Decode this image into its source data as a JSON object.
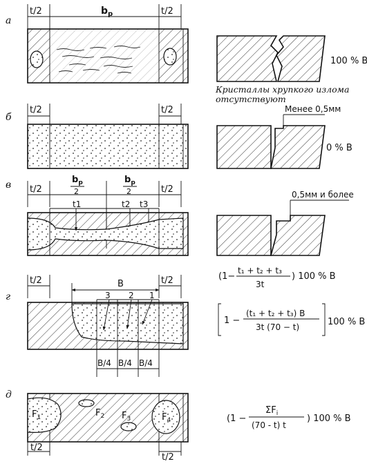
{
  "panels": {
    "a": {
      "letter": "а",
      "dim_left": "t/2",
      "dim_mid": "b",
      "dim_mid_sub": "р",
      "dim_right": "t/2",
      "result": "100 % В",
      "caption_line1": "Кристаллы хрупкого излома",
      "caption_line2": "отсутствуют"
    },
    "b": {
      "letter": "б",
      "dim_left": "t/2",
      "dim_right": "t/2",
      "note": "Менее 0,5мм",
      "result": "0 % В"
    },
    "v": {
      "letter": "в",
      "dim_left": "t/2",
      "half_b": "b",
      "half_b_sub": "р",
      "half_den": "2",
      "dim_right": "t/2",
      "t1": "t1",
      "t2": "t2",
      "t3": "t3",
      "note": "0,5мм и более",
      "formula": {
        "prefix": "(1−",
        "num": "t₁ + t₂ + t₃",
        "den": "3t",
        "suffix": ") 100 % В"
      }
    },
    "g": {
      "letter": "г",
      "dim_left": "t/2",
      "dim_B": "В",
      "dim_right": "t/2",
      "lbl3": "3",
      "lbl2": "2",
      "lbl1": "1",
      "b4": "В/4",
      "formula": {
        "prefix": "1 −",
        "num": "(t₁ + t₂ + t₃)  В",
        "den": "3t (70 − t)",
        "suffix": "100 % В"
      }
    },
    "d": {
      "letter": "д",
      "f1": "F",
      "f1_sub": "1",
      "f2": "F",
      "f2_sub": "2",
      "f3": "F",
      "f3_sub": "3",
      "f4": "F",
      "f4_sub": "4",
      "dim_left": "t/2",
      "dim_right": "t/2",
      "formula": {
        "prefix": "(1 −",
        "num": "ΣF",
        "num_sub": "i",
        "den": "(70 - t) t",
        "suffix": ") 100 % В"
      }
    }
  }
}
